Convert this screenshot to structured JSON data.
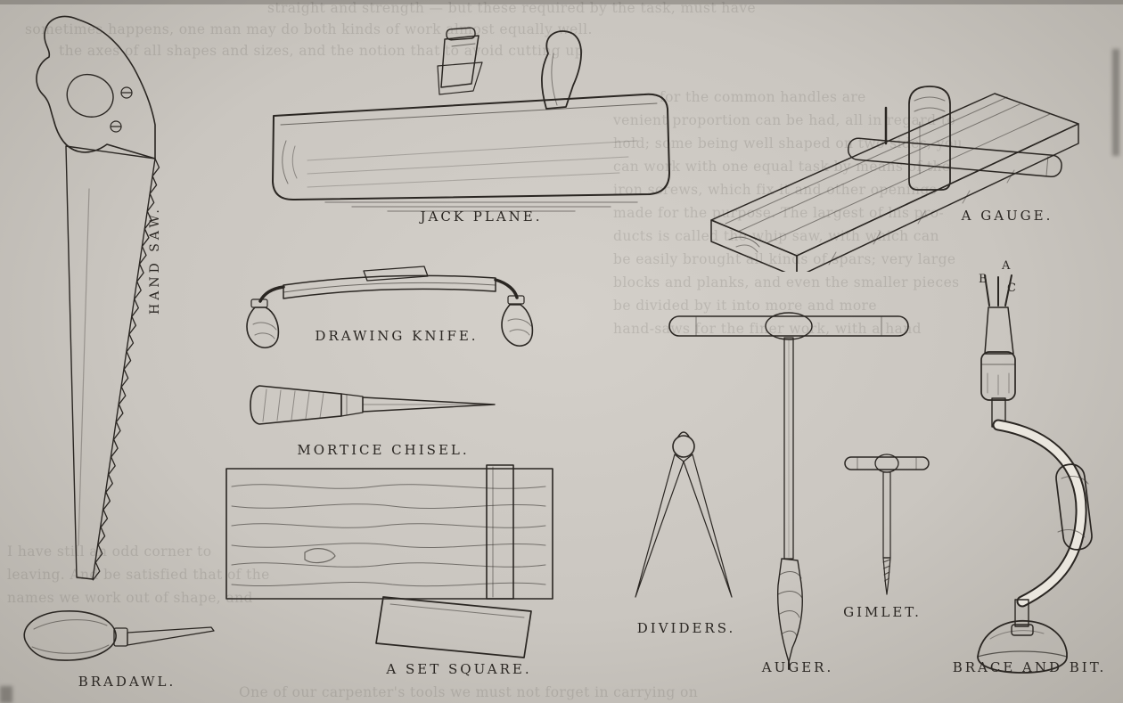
{
  "page": {
    "background": "#cac6c0",
    "ink": "#2a2622"
  },
  "figures": {
    "hand_saw": {
      "label": "HAND SAW."
    },
    "jack_plane": {
      "label": "JACK PLANE."
    },
    "gauge": {
      "label": "A GAUGE."
    },
    "drawing_knife": {
      "label": "DRAWING KNIFE."
    },
    "mortice_chisel": {
      "label": "MORTICE CHISEL."
    },
    "set_square": {
      "label": "A SET SQUARE."
    },
    "dividers": {
      "label": "DIVIDERS."
    },
    "auger": {
      "label": "AUGER."
    },
    "gimlet": {
      "label": "GIMLET."
    },
    "brace_and_bit": {
      "label": "BRACE AND BIT.",
      "markers": {
        "a": "A",
        "b": "B",
        "c": "C"
      }
    },
    "bradawl": {
      "label": "BRADAWL."
    }
  },
  "ghost_text": {
    "lines": [
      "straight and strength — but these required by the task, must have",
      "sometimes happens, one man may do both kinds of work almost equally well.",
      "the axes of all shapes and sizes, and the notion that to avoid cutting up",
      "for the common handles are",
      "venient proportion can be had, all in regard to",
      "hold; some being well shaped on two sides, you",
      "can work with one equal task by means of the",
      "iron screws, which fix it and other openings",
      "made for the purpose. The largest of his pro-",
      "ducts is called the whip saw, with which can",
      "be easily brought all kinds of spars; very large",
      "blocks and planks, and even the smaller pieces",
      "be divided by it into more and more",
      "hand-saws for the finer work, with a hand",
      "I have still an odd corner to",
      "leaving. And be satisfied that of the",
      "names we work out of shape, and",
      "One of our carpenter's tools we must not forget in carrying on"
    ]
  }
}
